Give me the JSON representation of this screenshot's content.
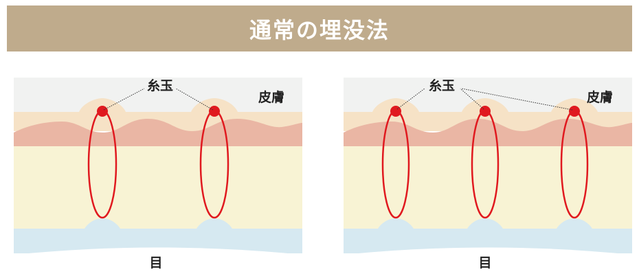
{
  "header": {
    "title": "通常の埋没法"
  },
  "colors": {
    "header_bg": "#bfab8c",
    "skin_surface": "#f1f2f1",
    "epidermis": "#f6e2c6",
    "dermis": "#eab6a4",
    "tissue": "#f8f3d4",
    "conjunctiva": "#d6e9f1",
    "thread": "#e0191f",
    "knot": "#e0191f"
  },
  "left_panel": {
    "knot_label": "糸玉",
    "skin_label": "皮膚",
    "eye_label": "目",
    "knot_count": 2
  },
  "right_panel": {
    "knot_label": "糸玉",
    "skin_label": "皮膚",
    "eye_label": "目",
    "knot_count": 3
  }
}
